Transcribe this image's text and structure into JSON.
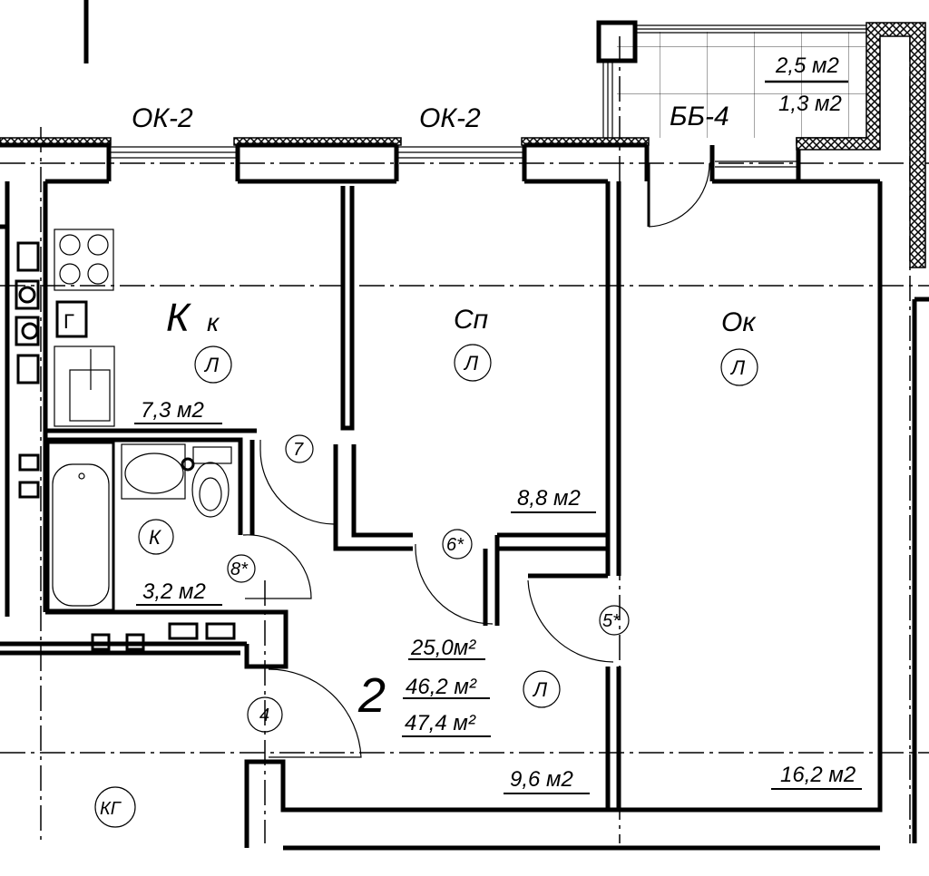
{
  "windows": {
    "w1": "ОК-2",
    "w2": "ОК-2",
    "balcony_door": "ББ-4"
  },
  "balcony": {
    "area_total": "2,5 м2",
    "area_reduced": "1,3 м2"
  },
  "rooms": {
    "kitchen": {
      "label": "К",
      "sub": "к",
      "floor": "Л",
      "area": "7,3 м2",
      "stove_mark": "Г"
    },
    "bathroom": {
      "floor": "К",
      "area": "3,2 м2"
    },
    "bedroom": {
      "label": "Сп",
      "floor": "Л",
      "area": "8,8 м2"
    },
    "living": {
      "label": "Ок",
      "floor": "Л",
      "area": "16,2 м2"
    },
    "hall": {
      "floor": "Л",
      "area": "9,6 м2"
    },
    "corridor": {
      "floor": "КГ"
    }
  },
  "apartment": {
    "rooms": "2",
    "living_area": "25,0м²",
    "total_area": "46,2 м²",
    "total_with_balcony": "47,4 м²"
  },
  "doors": [
    "7",
    "6*",
    "8*",
    "5*",
    "4"
  ]
}
